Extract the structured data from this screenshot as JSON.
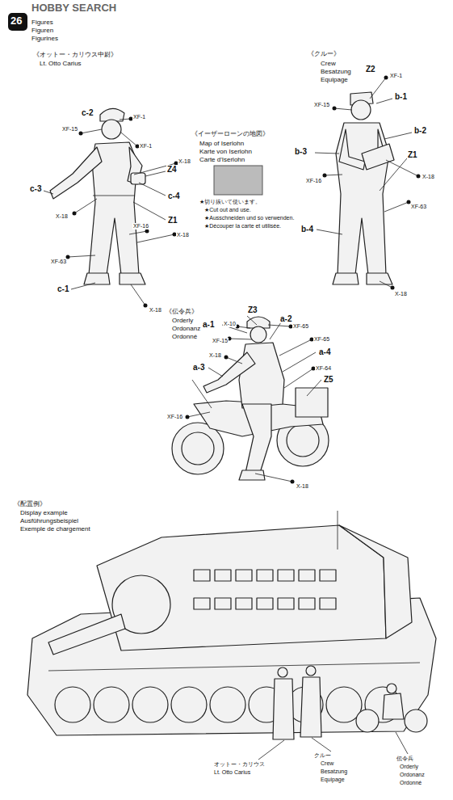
{
  "diagram": {
    "labels": [
      "26",
      "HOBBY SEARCH",
      "Figures",
      "Figuren",
      "Figurines",
      "《オットー・カリウス中尉》",
      "Lt. Otto Carius",
      "c-2",
      "XF-1",
      "XF-15",
      "XF-1",
      "X-18",
      "Z4",
      "c-3",
      "c-4",
      "X-18",
      "Z1",
      "XF-16",
      "X-18",
      "XF-63",
      "c-1",
      "X-18",
      "《イーザーローンの地図》",
      "Map of Iserlohn",
      "Karte von Iserlohn",
      "Carte d'Iserlohn",
      "★切り抜いて使います。",
      "★Cut out and use.",
      "★Ausschneiden und so verwenden.",
      "★Découper la carte et utilisée.",
      "《クルー》",
      "Crew",
      "Besatzung",
      "Equipage",
      "Z2",
      "XF-1",
      "b-1",
      "XF-15",
      "b-2",
      "b-3",
      "Z1",
      "XF-16",
      "X-18",
      "XF-63",
      "b-4",
      "X-18",
      "《伝令兵》",
      "Orderly",
      "Ordonanz",
      "Ordonné",
      "Z3",
      "X-10",
      "XF-65",
      "a-1",
      "a-2",
      "XF-15",
      "XF-65",
      "X-18",
      "a-4",
      "a-3",
      "XF-64",
      "Z5",
      "XF-16",
      "X-18",
      "《配置例》",
      "Display example",
      "Ausführungsbeispiel",
      "Exemple de chargement",
      "オットー・カリウス",
      "Lt. Otto Carius",
      "クルー",
      "Crew",
      "Besatzung",
      "Equipage",
      "伝令兵",
      "Orderly",
      "Ordonanz",
      "Ordonné"
    ]
  }
}
